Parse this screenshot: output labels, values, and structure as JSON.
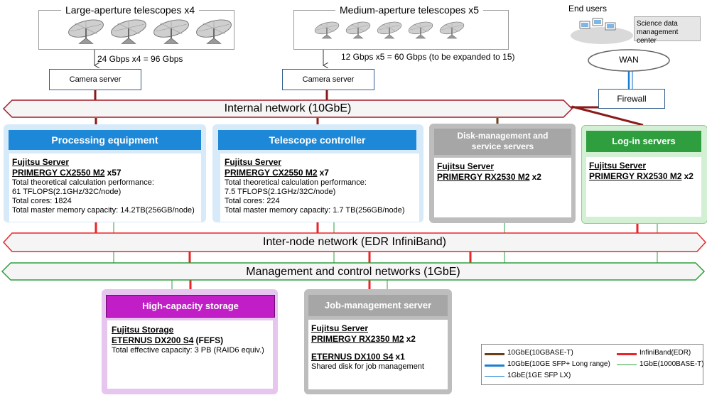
{
  "large_telescopes": {
    "title": "Large-aperture telescopes x4",
    "dish_icon": "radio-telescope-dish",
    "count": 4
  },
  "medium_telescopes": {
    "title": "Medium-aperture telescopes x5",
    "dish_icon": "radio-telescope-dish",
    "count": 5
  },
  "large_link": "24 Gbps x4 = 96 Gbps",
  "medium_link": "12 Gbps x5 = 60 Gbps (to be expanded to 15)",
  "camera_server_1": "Camera server",
  "camera_server_2": "Camera server",
  "end_users": {
    "label": "End users",
    "icon": "computer-terminals"
  },
  "science_center": "Science data management center",
  "wan": "WAN",
  "firewall": "Firewall",
  "networks": {
    "internal": "Internal network (10GbE)",
    "internode": "Inter-node network (EDR InfiniBand)",
    "management": "Management and control networks (1GbE)"
  },
  "groups": {
    "processing": {
      "title": "Processing equipment",
      "vendor": "Fujitsu Server",
      "model": "PRIMERGY CX2550 M2",
      "qty": "x57",
      "lines": [
        "Total theoretical calculation performance:",
        "61 TFLOPS(2.1GHz/32C/node)",
        "Total cores: 1824",
        "Total master memory capacity: 14.2TB(256GB/node)"
      ],
      "color": "#1e88d8"
    },
    "telescope": {
      "title": "Telescope controller",
      "vendor": "Fujitsu Server",
      "model": "PRIMERGY CX2550 M2",
      "qty": "x7",
      "lines": [
        "Total theoretical calculation performance:",
        "7.5 TFLOPS(2.1GHz/32C/node)",
        "Total cores: 224",
        "Total master memory capacity: 1.7 TB(256GB/node)"
      ],
      "color": "#1e88d8"
    },
    "disk": {
      "title_line1": "Disk-management and",
      "title_line2": "service servers",
      "vendor": "Fujitsu Server",
      "model": "PRIMERGY RX2530 M2",
      "qty": "x2",
      "color": "#a6a6a6"
    },
    "login": {
      "title": "Log-in servers",
      "vendor": "Fujitsu Server",
      "model": "PRIMERGY RX2530 M2",
      "qty": "x2",
      "color": "#2e9e3e"
    },
    "storage": {
      "title": "High-capacity storage",
      "vendor": "Fujitsu Storage",
      "model": "ETERNUS DX200 S4",
      "paren": "(FEFS)",
      "lines": [
        "Total effective capacity: 3 PB (RAID6 equiv.)"
      ],
      "color": "#c21ec8"
    },
    "job": {
      "title": "Job-management server",
      "vendor": "Fujitsu Server",
      "model": "PRIMERGY RX2350 M2",
      "qty": "x2",
      "model2": "ETERNUS DX100 S4",
      "qty2": "x1",
      "lines": [
        "Shared disk for job management"
      ],
      "color": "#a6a6a6"
    }
  },
  "legend": {
    "items": [
      {
        "label": "10GbE(10GBASE-T)",
        "color": "#6b3e1a"
      },
      {
        "label": "InfiniBand(EDR)",
        "color": "#e8262a"
      },
      {
        "label": "10GbE(10GE SFP+ Long range)",
        "color": "#1a7fd0"
      },
      {
        "label": "1GbE(1000BASE-T)",
        "color": "#2e9e3e"
      },
      {
        "label": "1GbE(1GE SFP LX)",
        "color": "#1a7fd0"
      }
    ]
  }
}
